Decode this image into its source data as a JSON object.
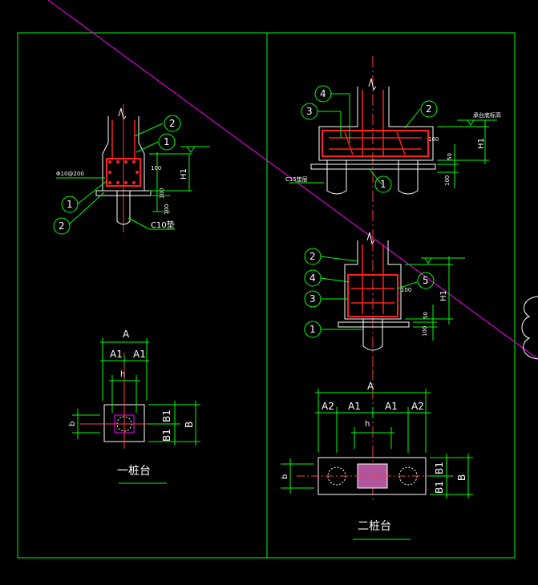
{
  "colors": {
    "background": "#000000",
    "frame": "#00ff00",
    "outline": "#ffffff",
    "rebar": "#ff2020",
    "dimension": "#00ff00",
    "text": "#ffffff",
    "diagonal": "#ff00ff",
    "pile_center": "#ff4040",
    "cap_fill": "#b0559b"
  },
  "left_panel": {
    "section_callouts": [
      "2",
      "1",
      "1",
      "2"
    ],
    "rebar_note": "Φ10@200",
    "dim_100_a": "100",
    "dim_100_b": "100",
    "dim_100_c": "100",
    "h1": "H1",
    "cushion_note": "C10垫",
    "plan": {
      "dim_A": "A",
      "dim_A1_left": "A1",
      "dim_A1_right": "A1",
      "dim_h": "h",
      "dim_b": "b",
      "dim_B1_top": "B1",
      "dim_B1_bottom": "B1",
      "dim_B": "B",
      "caption": "一桩台"
    }
  },
  "right_panel": {
    "section1": {
      "callouts": [
        "4",
        "3",
        "2",
        "1"
      ],
      "dim_100": "100",
      "dim_50": "50",
      "dim_100_b": "100",
      "h1": "H1",
      "top_note": "承台底标高",
      "cushion_note": "C15垫层"
    },
    "section2": {
      "callouts": [
        "2",
        "4",
        "3",
        "5",
        "1"
      ],
      "dim_100": "100",
      "dim_50": "50",
      "dim_100_b": "100",
      "h1": "H1"
    },
    "plan": {
      "dim_A": "A",
      "dim_A2_left": "A2",
      "dim_A1_left": "A1",
      "dim_A1_right": "A1",
      "dim_A2_right": "A2",
      "dim_h": "h",
      "dim_b": "b",
      "dim_B1_top": "B1",
      "dim_B1_bottom": "B1",
      "dim_B": "B",
      "caption": "二桩台"
    }
  }
}
